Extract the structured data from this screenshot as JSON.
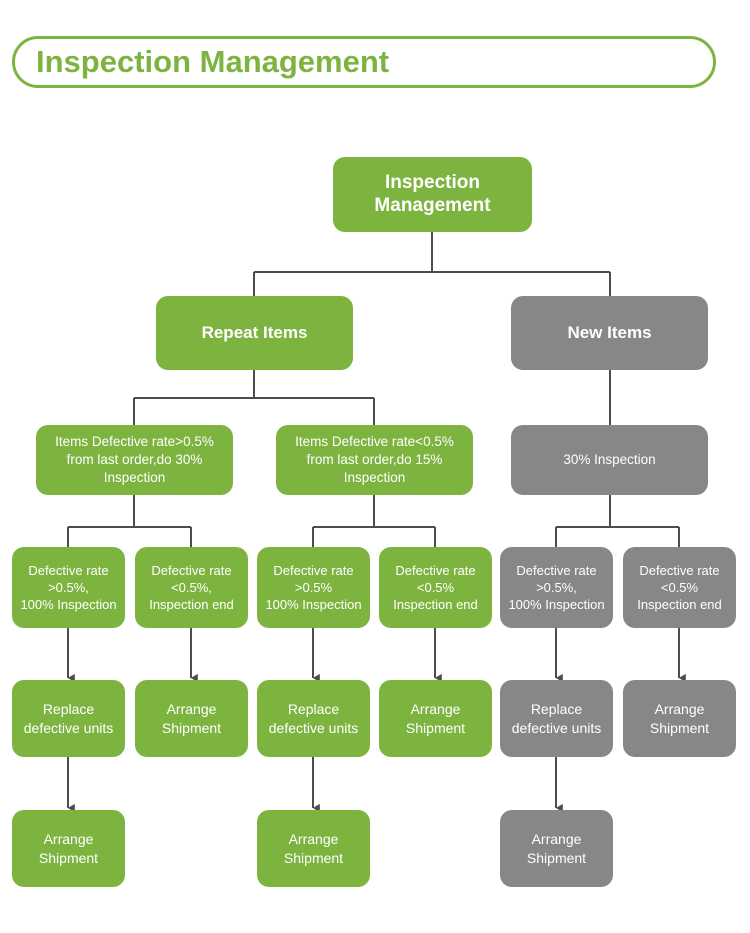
{
  "header": {
    "title": "Inspection Management"
  },
  "colors": {
    "green": "#7db43f",
    "gray": "#878787",
    "connector": "#4d4d4d",
    "background": "#ffffff",
    "node_text": "#ffffff"
  },
  "diagram": {
    "type": "flowchart",
    "root": {
      "label": "Inspection\nManagement",
      "color": "green"
    },
    "level2": [
      {
        "label": "Repeat Items",
        "color": "green"
      },
      {
        "label": "New Items",
        "color": "gray"
      }
    ],
    "level3": [
      {
        "label": "Items Defective rate>0.5%\nfrom last order,do 30%\nInspection",
        "color": "green"
      },
      {
        "label": "Items Defective rate<0.5%\nfrom last order,do 15%\nInspection",
        "color": "green"
      },
      {
        "label": "30% Inspection",
        "color": "gray"
      }
    ],
    "level4": [
      {
        "label": "Defective rate\n>0.5%,\n100% Inspection",
        "color": "green"
      },
      {
        "label": "Defective rate\n<0.5%,\nInspection end",
        "color": "green"
      },
      {
        "label": "Defective rate\n>0.5%\n100% Inspection",
        "color": "green"
      },
      {
        "label": "Defective rate\n<0.5%\nInspection end",
        "color": "green"
      },
      {
        "label": "Defective rate\n>0.5%,\n100% Inspection",
        "color": "gray"
      },
      {
        "label": "Defective rate\n<0.5%\nInspection end",
        "color": "gray"
      }
    ],
    "level5": [
      {
        "label": "Replace\ndefective units",
        "color": "green"
      },
      {
        "label": "Arrange\nShipment",
        "color": "green"
      },
      {
        "label": "Replace\ndefective units",
        "color": "green"
      },
      {
        "label": "Arrange\nShipment",
        "color": "green"
      },
      {
        "label": "Replace\ndefective units",
        "color": "gray"
      },
      {
        "label": "Arrange\nShipment",
        "color": "gray"
      }
    ],
    "level6": [
      {
        "label": "Arrange\nShipment",
        "color": "green"
      },
      {
        "label": "Arrange\nShipment",
        "color": "green"
      },
      {
        "label": "Arrange\nShipment",
        "color": "gray"
      }
    ]
  }
}
